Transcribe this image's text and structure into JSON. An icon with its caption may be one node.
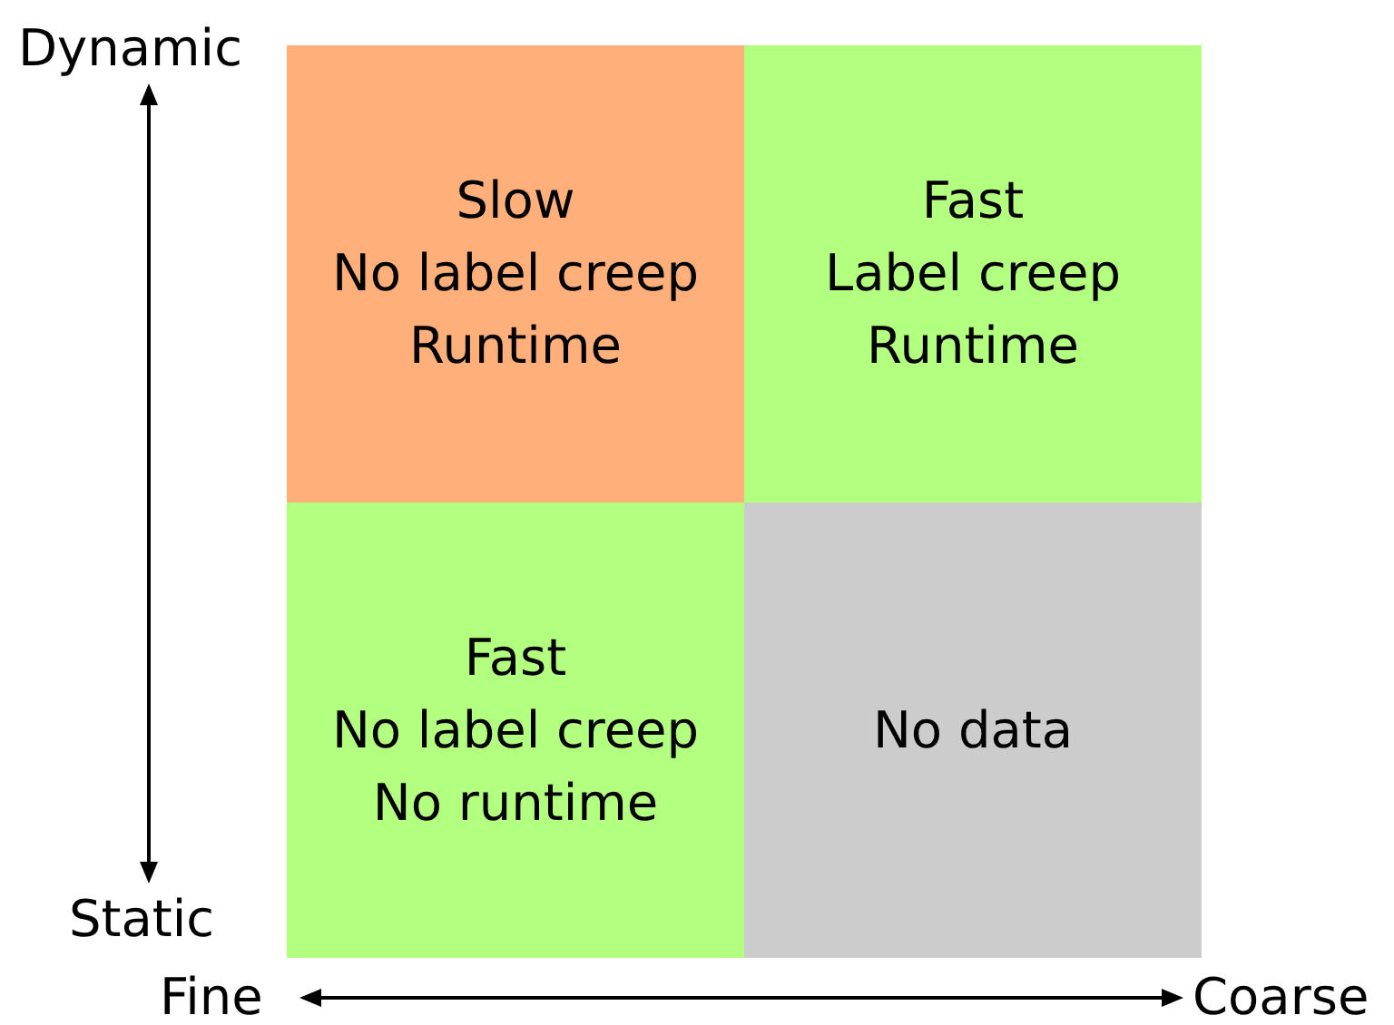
{
  "diagram": {
    "nodes": [
      {
        "text": [
          "Slow",
          "No label creep",
          "Runtime"
        ]
      },
      {
        "text": [
          "Fast",
          "Label creep",
          "Runtime"
        ]
      },
      {
        "text": [
          "Fast",
          "No label creep",
          "No runtime"
        ]
      },
      {
        "text": [
          "No data"
        ]
      }
    ],
    "labels": [
      "Dynamic",
      "Static",
      "Fine",
      "Coarse"
    ]
  }
}
